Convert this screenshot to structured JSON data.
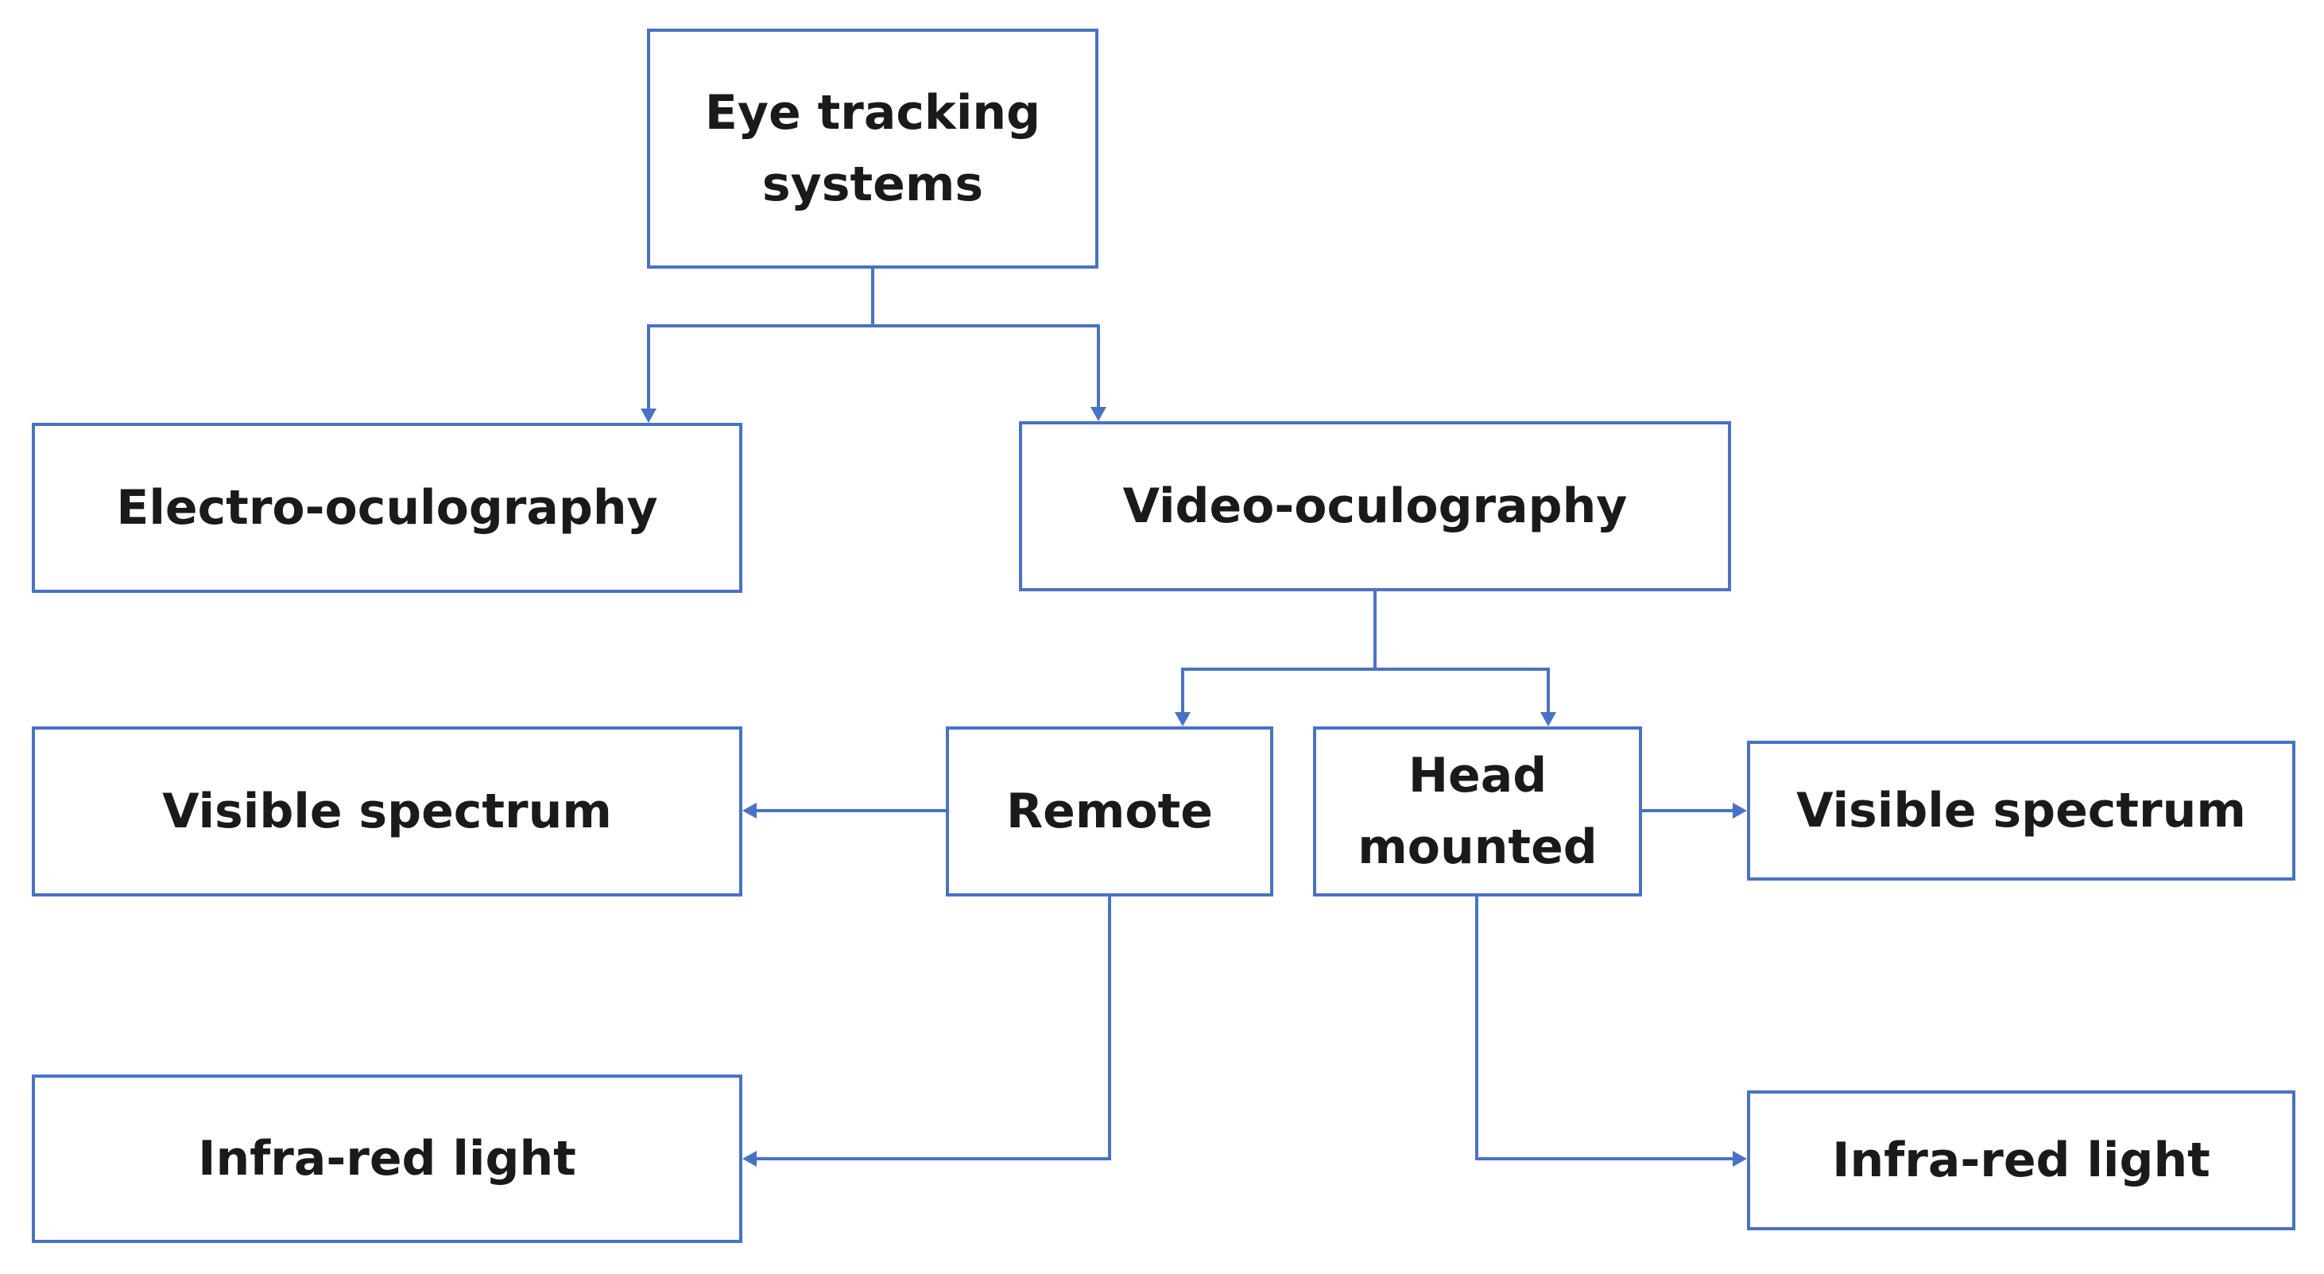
{
  "diagram": {
    "line_color": "#4a72c4",
    "text_color": "#1a1a1a",
    "nodes": {
      "eye_tracking_systems": "Eye tracking\nsystems",
      "electro_oculography": "Electro-oculography",
      "video_oculography": "Video-oculography",
      "remote": "Remote",
      "head_mounted": "Head\nmounted",
      "visible_spectrum_left": "Visible spectrum",
      "visible_spectrum_right": "Visible spectrum",
      "infra_red_left": "Infra-red light",
      "infra_red_right": "Infra-red light"
    },
    "edges": [
      {
        "from": "eye_tracking_systems",
        "to": "electro_oculography"
      },
      {
        "from": "eye_tracking_systems",
        "to": "video_oculography"
      },
      {
        "from": "video_oculography",
        "to": "remote"
      },
      {
        "from": "video_oculography",
        "to": "head_mounted"
      },
      {
        "from": "remote",
        "to": "visible_spectrum_left"
      },
      {
        "from": "remote",
        "to": "infra_red_left"
      },
      {
        "from": "head_mounted",
        "to": "visible_spectrum_right"
      },
      {
        "from": "head_mounted",
        "to": "infra_red_right"
      }
    ]
  }
}
